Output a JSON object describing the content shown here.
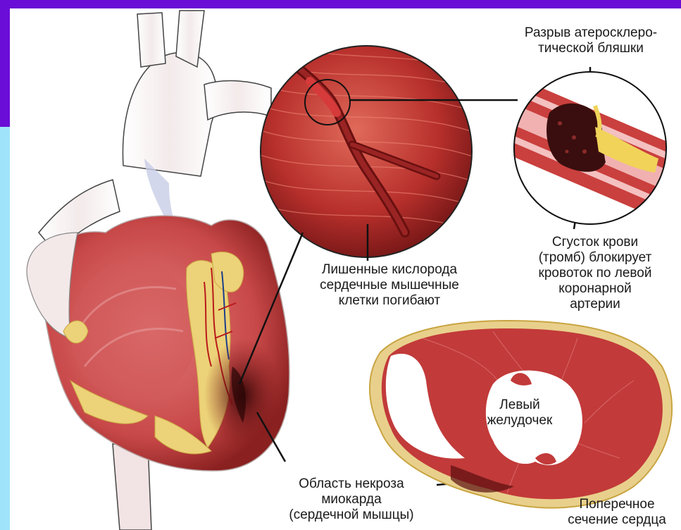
{
  "labels": {
    "plaque_rupture": [
      "Разрыв атеросклеро-",
      "тической бляшки"
    ],
    "dead_cells": [
      "Лишенные кислорода",
      "сердечные мышечные",
      "клетки погибают"
    ],
    "clot": [
      "Сгусток крови",
      "(тромб) блокирует",
      "кровоток по левой",
      "коронарной",
      "артерии"
    ],
    "left_ventricle": [
      "Левый",
      "желудочек"
    ],
    "necrosis": [
      "Область некроза",
      "миокарда",
      "(сердечной мышцы)"
    ],
    "cross_section": [
      "Поперечное",
      "сечение сердца"
    ]
  },
  "colors": {
    "frame_purple": "#6a0dd6",
    "frame_cyan": "#9fe3fb",
    "muscle_red": "#c23a3a",
    "fat_yellow": "#e8c860"
  }
}
